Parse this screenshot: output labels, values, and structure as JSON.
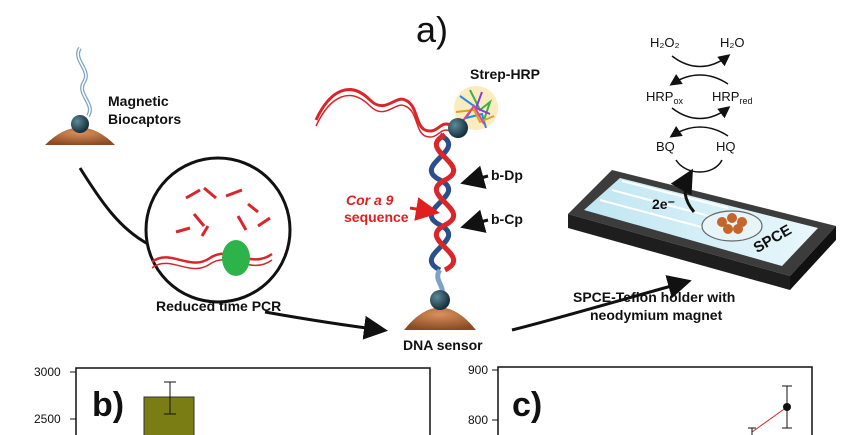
{
  "panels": {
    "a_label": "a)",
    "b_label": "b)",
    "c_label": "c)"
  },
  "labels": {
    "magnetic_line1": "Magnetic",
    "magnetic_line2": "Biocaptors",
    "reduced_pcr": "Reduced time PCR",
    "dna_sensor": "DNA sensor",
    "strep_hrp": "Strep-HRP",
    "b_dp": "b-Dp",
    "b_cp": "b-Cp",
    "cor_line1": "Cor a 9",
    "cor_line2": "sequence",
    "holder_line1": "SPCE-Teflon holder with",
    "holder_line2": "neodymium magnet",
    "spce": "SPCE",
    "electrons": "2e⁻"
  },
  "redox": {
    "h2o2": "H₂O₂",
    "h2o": "H₂O",
    "hrp_ox_main": "HRP",
    "hrp_ox_sub": "ox",
    "hrp_red_main": "HRP",
    "hrp_red_sub": "red",
    "bq": "BQ",
    "hq": "HQ"
  },
  "chart_b": {
    "ticks": [
      "3000",
      "2500"
    ]
  },
  "chart_c": {
    "ticks": [
      "900",
      "800"
    ]
  },
  "colors": {
    "red_strand": "#d9262a",
    "blue_strand": "#2b4f8a",
    "bead": "#1f3a4a",
    "bowl": "#b86a3a",
    "bar": "#7a7d14",
    "accent_text": "#e02020"
  }
}
